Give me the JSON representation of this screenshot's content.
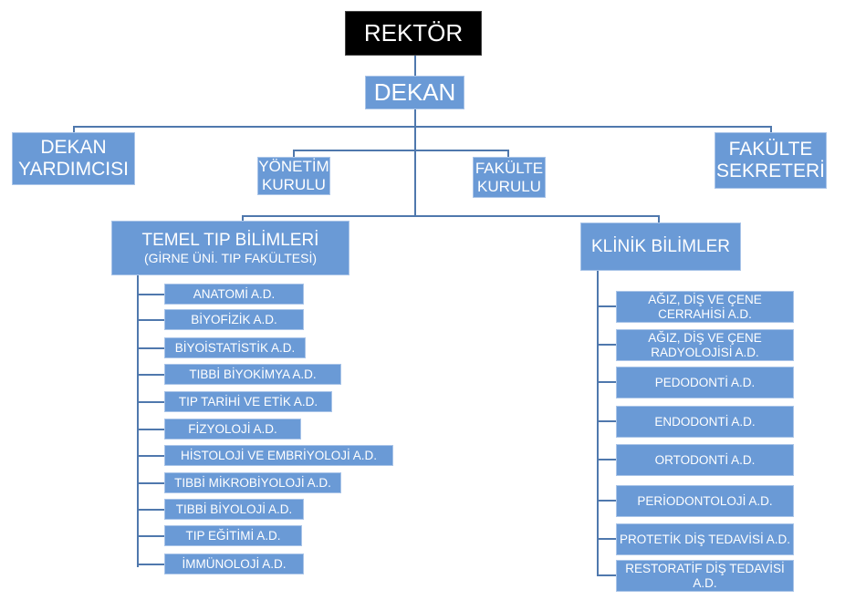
{
  "colors": {
    "box": "#6a9ad6",
    "line": "#4f78ad",
    "rektor": "#000000"
  },
  "rektor": "REKTÖR",
  "dekan": "DEKAN",
  "dekan_yardimcisi": "DEKAN YARDIMCISI",
  "yonetim_kurulu": "YÖNETİM KURULU",
  "fakulte_kurulu": "FAKÜLTE KURULU",
  "fakulte_sekreteri": "FAKÜLTE SEKRETERİ",
  "temel": {
    "title": "TEMEL TIP BİLİMLERİ",
    "subtitle": "(GİRNE ÜNİ. TIP FAKÜLTESİ)"
  },
  "klinik": {
    "title": "KLİNİK BİLİMLER"
  },
  "temel_items": [
    "ANATOMİ A.D.",
    "BİYOFİZİK A.D.",
    "BİYOİSTATİSTİK A.D.",
    "TIBBİ BİYOKİMYA A.D.",
    "TIP TARİHİ VE ETİK A.D.",
    "FİZYOLOJİ A.D.",
    "HİSTOLOJİ VE EMBRİYOLOJİ A.D.",
    "TIBBİ MİKROBİYOLOJİ A.D.",
    "TIBBİ BİYOLOJİ A.D.",
    "TIP EĞİTİMİ A.D.",
    "İMMÜNOLOJİ A.D."
  ],
  "klinik_items": [
    "AĞIZ, DİŞ VE ÇENE CERRAHİSİ A.D.",
    "AĞIZ, DİŞ VE ÇENE RADYOLOJİSİ A.D.",
    "PEDODONTİ A.D.",
    "ENDODONTİ A.D.",
    "ORTODONTİ A.D.",
    "PERİODONTOLOJİ A.D.",
    "PROTETİK DİŞ TEDAVİSİ A.D.",
    "RESTORATİF DİŞ TEDAVİSİ A.D."
  ]
}
